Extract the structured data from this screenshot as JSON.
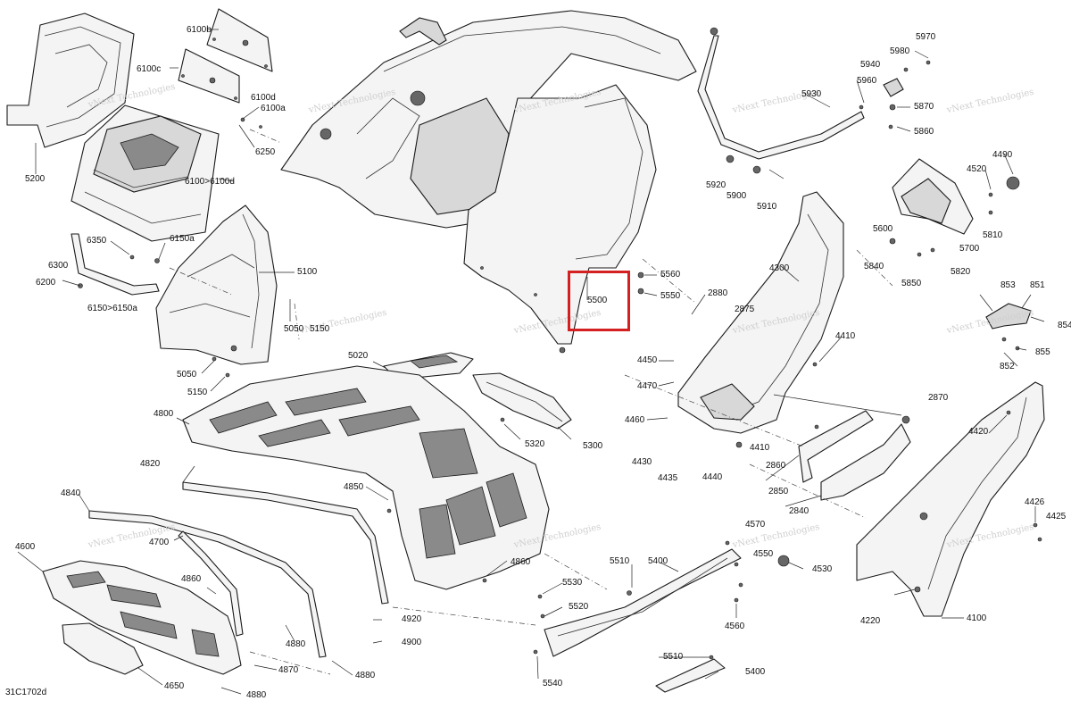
{
  "document_id": "31C1702d",
  "watermark": "vNext Technologies",
  "highlight_label": "5500",
  "callouts": [
    "6100b",
    "6100c",
    "6100d",
    "6100a",
    "6250",
    "6100>6100d",
    "5200",
    "6350",
    "6150a",
    "6300",
    "6200",
    "6150>6150a",
    "5100",
    "5050",
    "5150",
    "5050",
    "5150",
    "5020",
    "4800",
    "5320",
    "5300",
    "4820",
    "4850",
    "4840",
    "4700",
    "4600",
    "4860",
    "4860",
    "4920",
    "4900",
    "4880",
    "4880",
    "4870",
    "4650",
    "4880",
    "5500",
    "5560",
    "5550",
    "5930",
    "5960",
    "5940",
    "5980",
    "5970",
    "5870",
    "5860",
    "5920",
    "5900",
    "5910",
    "4490",
    "4520",
    "5810",
    "5600",
    "5700",
    "5840",
    "5820",
    "5850",
    "4300",
    "2880",
    "2875",
    "853",
    "851",
    "854",
    "855",
    "852",
    "4410",
    "4450",
    "4470",
    "4460",
    "4410",
    "2870",
    "4420",
    "4430",
    "4435",
    "4440",
    "2860",
    "2850",
    "2840",
    "4426",
    "4425",
    "5510",
    "5400",
    "4570",
    "4550",
    "4530",
    "5530",
    "5520",
    "4560",
    "4220",
    "4100",
    "5510",
    "5400",
    "5540"
  ]
}
